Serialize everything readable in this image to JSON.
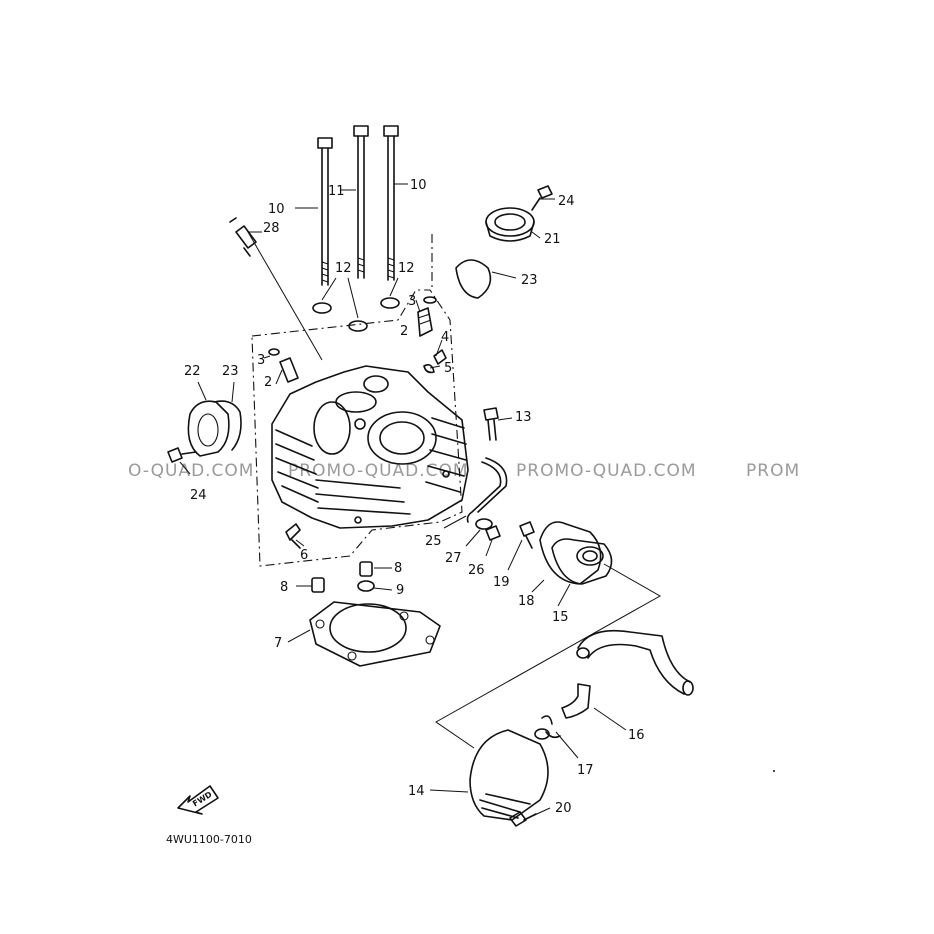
{
  "callouts": {
    "c1": "10",
    "c2": "11",
    "c3": "10",
    "c4": "24",
    "c5": "28",
    "c6": "21",
    "c7": "12",
    "c8": "12",
    "c9": "23",
    "c10": "3",
    "c11": "2",
    "c12": "4",
    "c13": "5",
    "c14": "22",
    "c15": "23",
    "c16": "3",
    "c17": "2",
    "c18": "13",
    "c19": "24",
    "c20": "25",
    "c21": "27",
    "c22": "26",
    "c23": "19",
    "c24": "18",
    "c25": "15",
    "c26": "6",
    "c27": "8",
    "c28": "8",
    "c29": "9",
    "c30": "7",
    "c31": "16",
    "c32": "17",
    "c33": "14",
    "c34": "20"
  },
  "watermarks": [
    "O-QUAD.COM",
    "PROMO-QUAD.COM",
    "PROMO-QUAD.COM",
    "PROM"
  ],
  "forward_label": "FWD",
  "diagram_code": "4WU1100-7010"
}
